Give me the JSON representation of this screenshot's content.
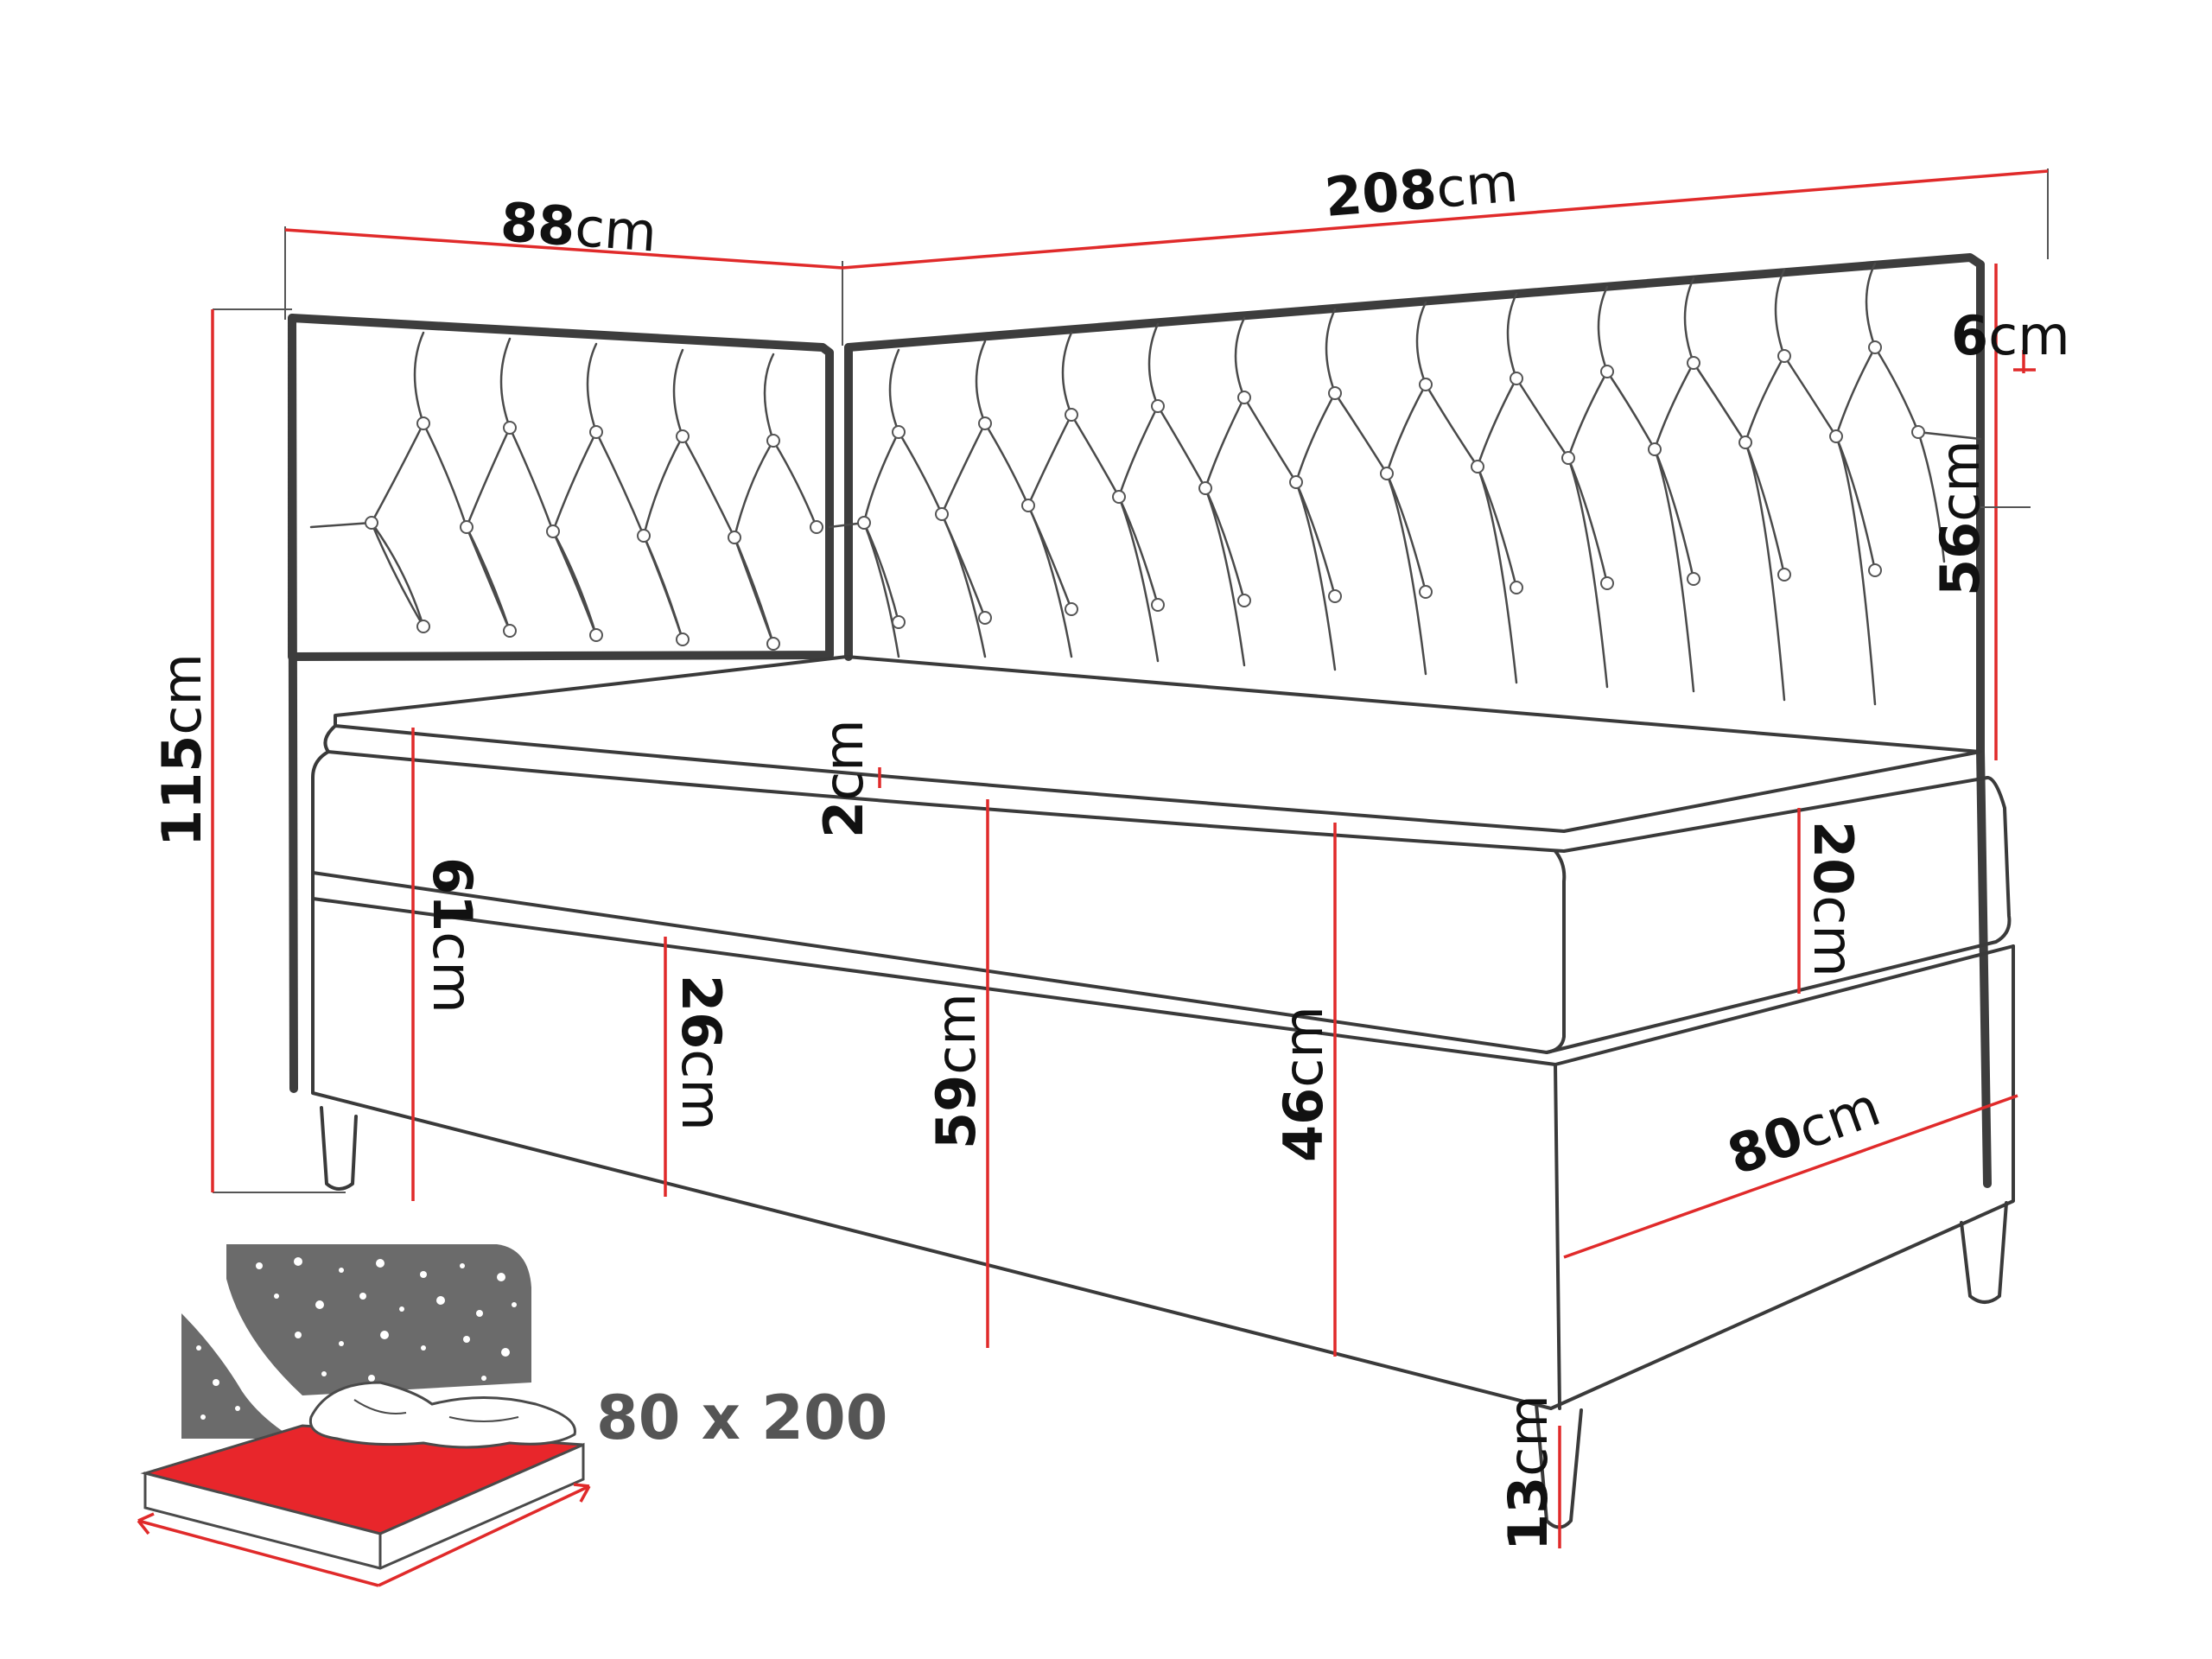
{
  "colors": {
    "outline": "#3a3a3a",
    "dimension_line": "#e02a2a",
    "mattress_top": "#e8262b",
    "night_panel": "#6b6b6b",
    "size_label": "#555555"
  },
  "dimensions": {
    "headboard_side_width": {
      "value": "88",
      "unit": "cm"
    },
    "total_length": {
      "value": "208",
      "unit": "cm"
    },
    "headboard_frame": {
      "value": "6",
      "unit": "cm"
    },
    "headboard_height": {
      "value": "56",
      "unit": "cm"
    },
    "total_height": {
      "value": "115",
      "unit": "cm"
    },
    "topper_thickness": {
      "value": "2",
      "unit": "cm"
    },
    "sleeping_height": {
      "value": "61",
      "unit": "cm"
    },
    "container_height": {
      "value": "26",
      "unit": "cm"
    },
    "bed_height": {
      "value": "59",
      "unit": "cm"
    },
    "base_height": {
      "value": "46",
      "unit": "cm"
    },
    "mattress_thickness": {
      "value": "20",
      "unit": "cm"
    },
    "bed_width": {
      "value": "80",
      "unit": "cm"
    },
    "leg_height": {
      "value": "13",
      "unit": "cm"
    }
  },
  "mattress_size": "80 x 200",
  "icons": [
    "bed-diagram-icon",
    "mattress-size-icon",
    "star-pattern-icon",
    "pillow-icon"
  ]
}
